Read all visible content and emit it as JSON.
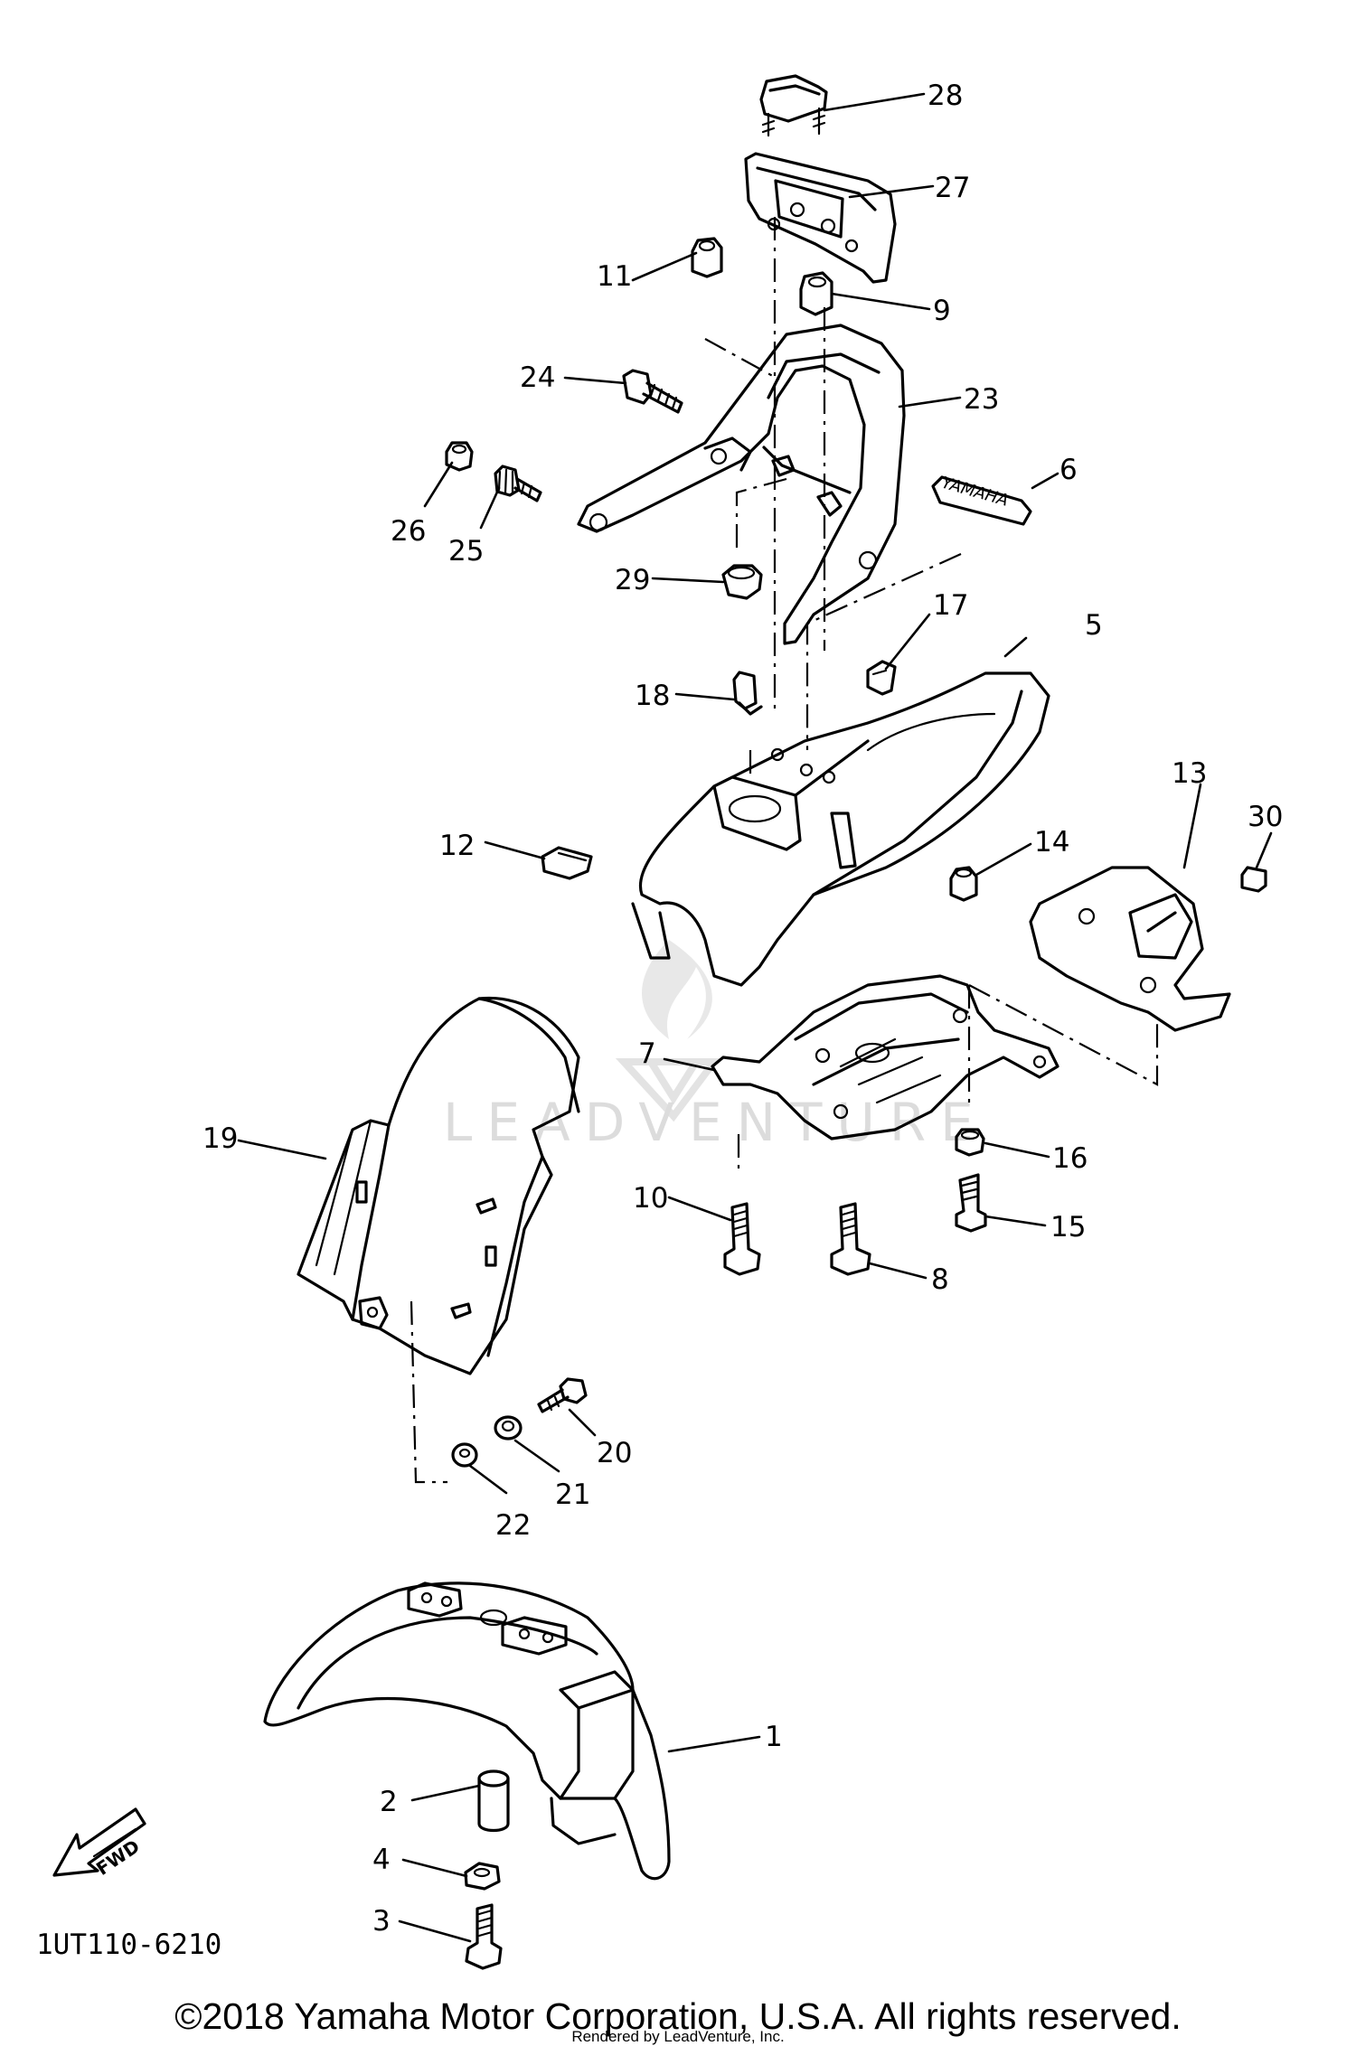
{
  "diagram_code": "1UT110-6210",
  "fwd_label": "FWD",
  "side_cover_label": "YAMAHA",
  "watermark": "LEADVENTURE",
  "copyright": "©2018 Yamaha Motor Corporation, U.S.A. All rights reserved.",
  "rendered_by": "Rendered by LeadVenture, Inc.",
  "callouts": [
    {
      "id": "1",
      "label": "1"
    },
    {
      "id": "2",
      "label": "2"
    },
    {
      "id": "3",
      "label": "3"
    },
    {
      "id": "4",
      "label": "4"
    },
    {
      "id": "5",
      "label": "5"
    },
    {
      "id": "6",
      "label": "6"
    },
    {
      "id": "7",
      "label": "7"
    },
    {
      "id": "8",
      "label": "8"
    },
    {
      "id": "9",
      "label": "9"
    },
    {
      "id": "10",
      "label": "10"
    },
    {
      "id": "11",
      "label": "11"
    },
    {
      "id": "12",
      "label": "12"
    },
    {
      "id": "13",
      "label": "13"
    },
    {
      "id": "14",
      "label": "14"
    },
    {
      "id": "15",
      "label": "15"
    },
    {
      "id": "16",
      "label": "16"
    },
    {
      "id": "17",
      "label": "17"
    },
    {
      "id": "18",
      "label": "18"
    },
    {
      "id": "19",
      "label": "19"
    },
    {
      "id": "20",
      "label": "20"
    },
    {
      "id": "21",
      "label": "21"
    },
    {
      "id": "22",
      "label": "22"
    },
    {
      "id": "23",
      "label": "23"
    },
    {
      "id": "24",
      "label": "24"
    },
    {
      "id": "25",
      "label": "25"
    },
    {
      "id": "26",
      "label": "26"
    },
    {
      "id": "27",
      "label": "27"
    },
    {
      "id": "28",
      "label": "28"
    },
    {
      "id": "29",
      "label": "29"
    },
    {
      "id": "30",
      "label": "30"
    }
  ]
}
